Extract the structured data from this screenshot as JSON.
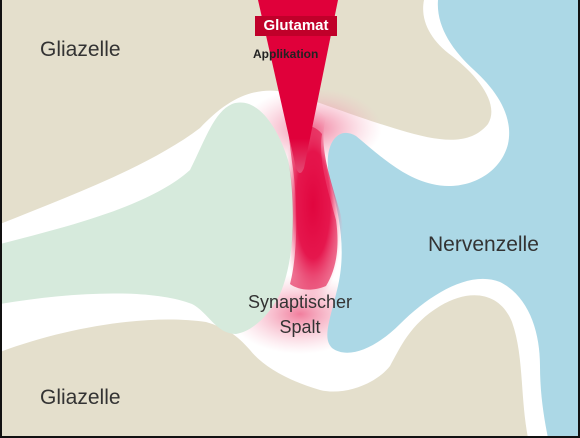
{
  "labels": {
    "glia_top": "Gliazelle",
    "glia_bottom": "Gliazelle",
    "neuron": "Nervenzelle",
    "cleft_line1": "Synaptischer",
    "cleft_line2": "Spalt",
    "glutamate_title": "Glutamat",
    "glutamate_subtitle": "Applikation"
  },
  "colors": {
    "glia": "#e4dfcc",
    "membrane_gap": "#ffffff",
    "presynaptic_terminal": "#d6eadc",
    "neuron": "#acd8e6",
    "glutamate": "#e0003a",
    "frame": "#111111",
    "text": "#333333"
  }
}
